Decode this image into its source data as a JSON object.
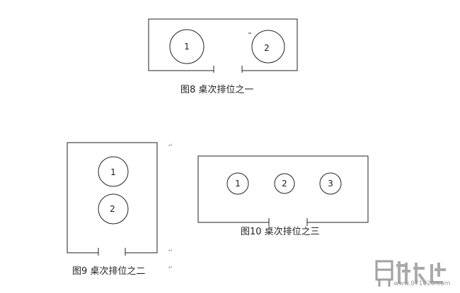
{
  "figures": [
    {
      "id": "fig8",
      "caption": "图8 桌次排位之一",
      "tables": [
        "1",
        "2"
      ]
    },
    {
      "id": "fig9",
      "caption": "图9 桌次排位之二",
      "tables": [
        "1",
        "2"
      ]
    },
    {
      "id": "fig10",
      "caption": "图10 桌次排位之三",
      "tables": [
        "1",
        "2",
        "3"
      ]
    }
  ],
  "watermark": {
    "url": "www.871020.com"
  }
}
